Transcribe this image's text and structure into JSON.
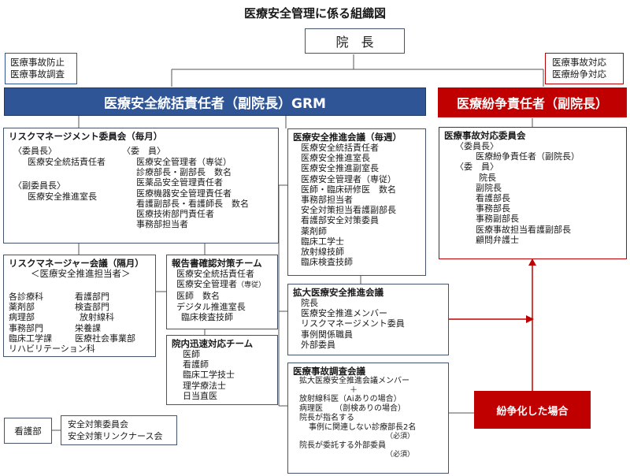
{
  "title": "医療安全管理に係る組織図",
  "director": "院　長",
  "left_note": [
    "医療事故防止",
    "医療事故調査"
  ],
  "right_note": [
    "医療事故対応",
    "医療紛争対応"
  ],
  "grm_bar": "医療安全統括責任者（副院長）GRM",
  "dispute_bar": "医療紛争責任者（副院長）",
  "rm_committee": {
    "heading": "リスクマネージメント委員会（毎月）",
    "chair_label": "〈委員長〉",
    "chair": "医療安全統括責任者",
    "vice_label": "〈副委員長〉",
    "vice": "医療安全推進室長",
    "members_label": "〈委　員〉",
    "members": [
      "医療安全管理者（専従）",
      "診療部長・副部長　数名",
      "医薬品安全管理責任者",
      "医療機器安全管理責任者",
      "看護副部長・看護師長　数名",
      "医療技術部門責任者",
      "事務部担当者"
    ]
  },
  "rm_manager": {
    "heading": "リスクマネージャー会議（隔月）",
    "sub": "＜医療安全推進担当者＞",
    "col1": [
      "各診療科",
      "薬剤部",
      "病理部",
      "事務部門",
      "臨床工学課",
      "リハビリテーション科"
    ],
    "col2": [
      "看護部門",
      "検査部門",
      "放射線科",
      "栄養課",
      "医療社会事業部"
    ]
  },
  "report_team": {
    "heading": "報告書確認対策チーム",
    "items": [
      "医療安全統括責任者",
      "医療安全管理者",
      "医師　数名",
      "デジタル推進室長",
      "臨床検査技師"
    ],
    "tag": "（専従）"
  },
  "rapid_team": {
    "heading": "院内迅速対応チーム",
    "items": [
      "医師",
      "看護師",
      "臨床工学技士",
      "理学療法士",
      "日当直医"
    ]
  },
  "weekly": {
    "heading": "医療安全推進会議（毎週）",
    "items": [
      "医療安全統括責任者",
      "医療安全推進室長",
      "医療安全推進副室長",
      "医療安全管理者（専従）",
      "医師・臨床研修医　数名",
      "事務部担当者",
      "安全対策担当看護副部長",
      "看護部安全対策委員",
      "薬剤師",
      "臨床工学士",
      "放射線技師",
      "臨床検査技師"
    ]
  },
  "expanded": {
    "heading": "拡大医療安全推進会議",
    "items": [
      "院長",
      "医療安全推進メンバー",
      "リスクマネージメント委員",
      "事例関係職員",
      "外部委員"
    ]
  },
  "investigation": {
    "heading": "医療事故調査会議",
    "l1": "拡大医療安全推進会議メンバー",
    "plus": "＋",
    "l2": "放射線科医（Aiありの場合）",
    "l3": "病理医　　（剖検ありの場合）",
    "l4": "院長が指名する",
    "l5": "事例に関連しない診療部長2名",
    "must1": "（必須）",
    "l6": "院長が委託する外部委員",
    "must2": "（必須）"
  },
  "nursing": {
    "label": "看護部",
    "items": [
      "安全対策委員会",
      "安全対策リンクナース会"
    ]
  },
  "dispute_committee": {
    "heading": "医療事故対応委員会",
    "chair_label": "〈委員長〉",
    "chair": "医療紛争責任者（副院長）",
    "members_label": "〈委　員〉",
    "members": [
      "院長",
      "副院長",
      "看護部長",
      "事務部長",
      "事務副部長",
      "医療事故担当看護副部長",
      "顧問弁護士"
    ]
  },
  "dispute_box": "紛争化した場合",
  "colors": {
    "blue": "#2f5597",
    "red": "#c00000",
    "border": "#44546a"
  }
}
